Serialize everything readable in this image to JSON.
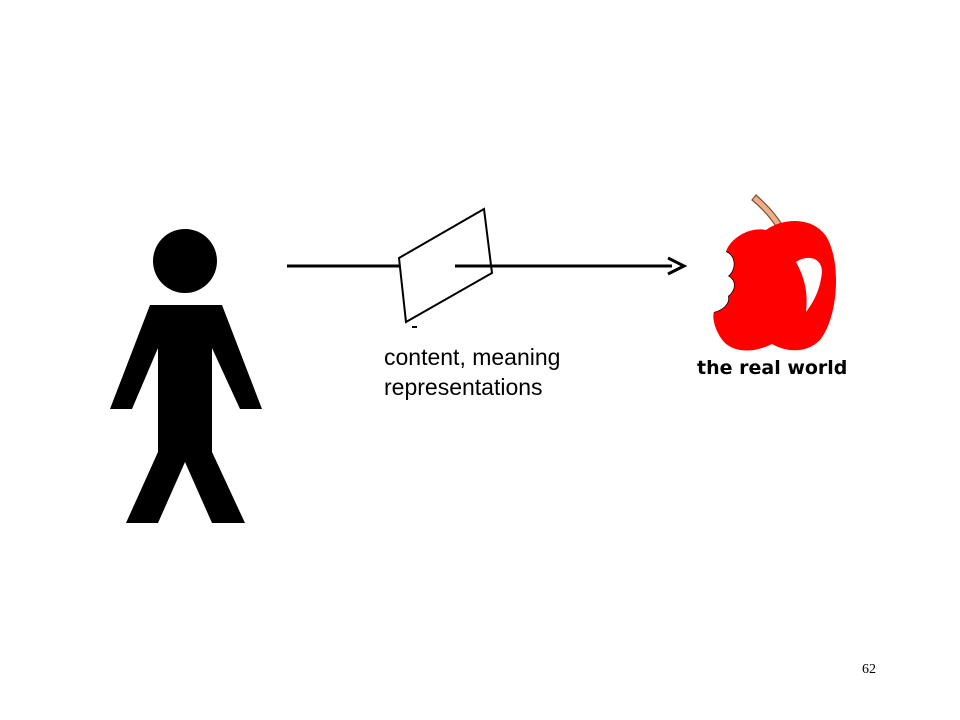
{
  "diagram": {
    "representation_label_line1": "content, meaning",
    "representation_label_line2": "representations",
    "apple_caption": "the real world"
  },
  "page": {
    "number": "62"
  },
  "colors": {
    "figure": "#000000",
    "apple": "#ff0000",
    "stem": "#e8b090",
    "background": "#ffffff"
  },
  "icons": {
    "person": "person-figure-icon",
    "sheet": "representation-sheet-icon",
    "apple": "bitten-apple-icon"
  }
}
